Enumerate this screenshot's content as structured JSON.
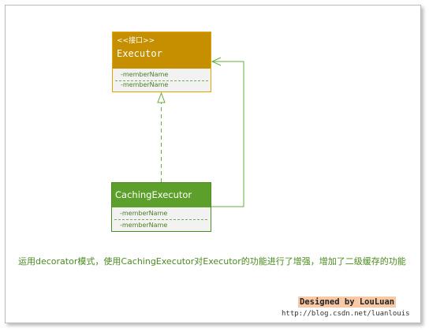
{
  "executor": {
    "stereotype": "<<接口>>",
    "name": "Executor",
    "members": [
      "-memberName",
      "-memberName"
    ]
  },
  "caching_executor": {
    "name": "CachingExecutor",
    "members": [
      "-memberName",
      "-memberName"
    ]
  },
  "description": "运用decorator模式，使用CachingExecutor对Executor的功能进行了增强，增加了二级缓存的功能",
  "credit": {
    "designed_by": "Designed by LouLuan",
    "url": "http://blog.csdn.net/luanlouis"
  },
  "colors": {
    "interface_header": "#c58f00",
    "class_header": "#5c9f2a",
    "connector": "#6aab3e",
    "description_text": "#4a8a1f"
  }
}
